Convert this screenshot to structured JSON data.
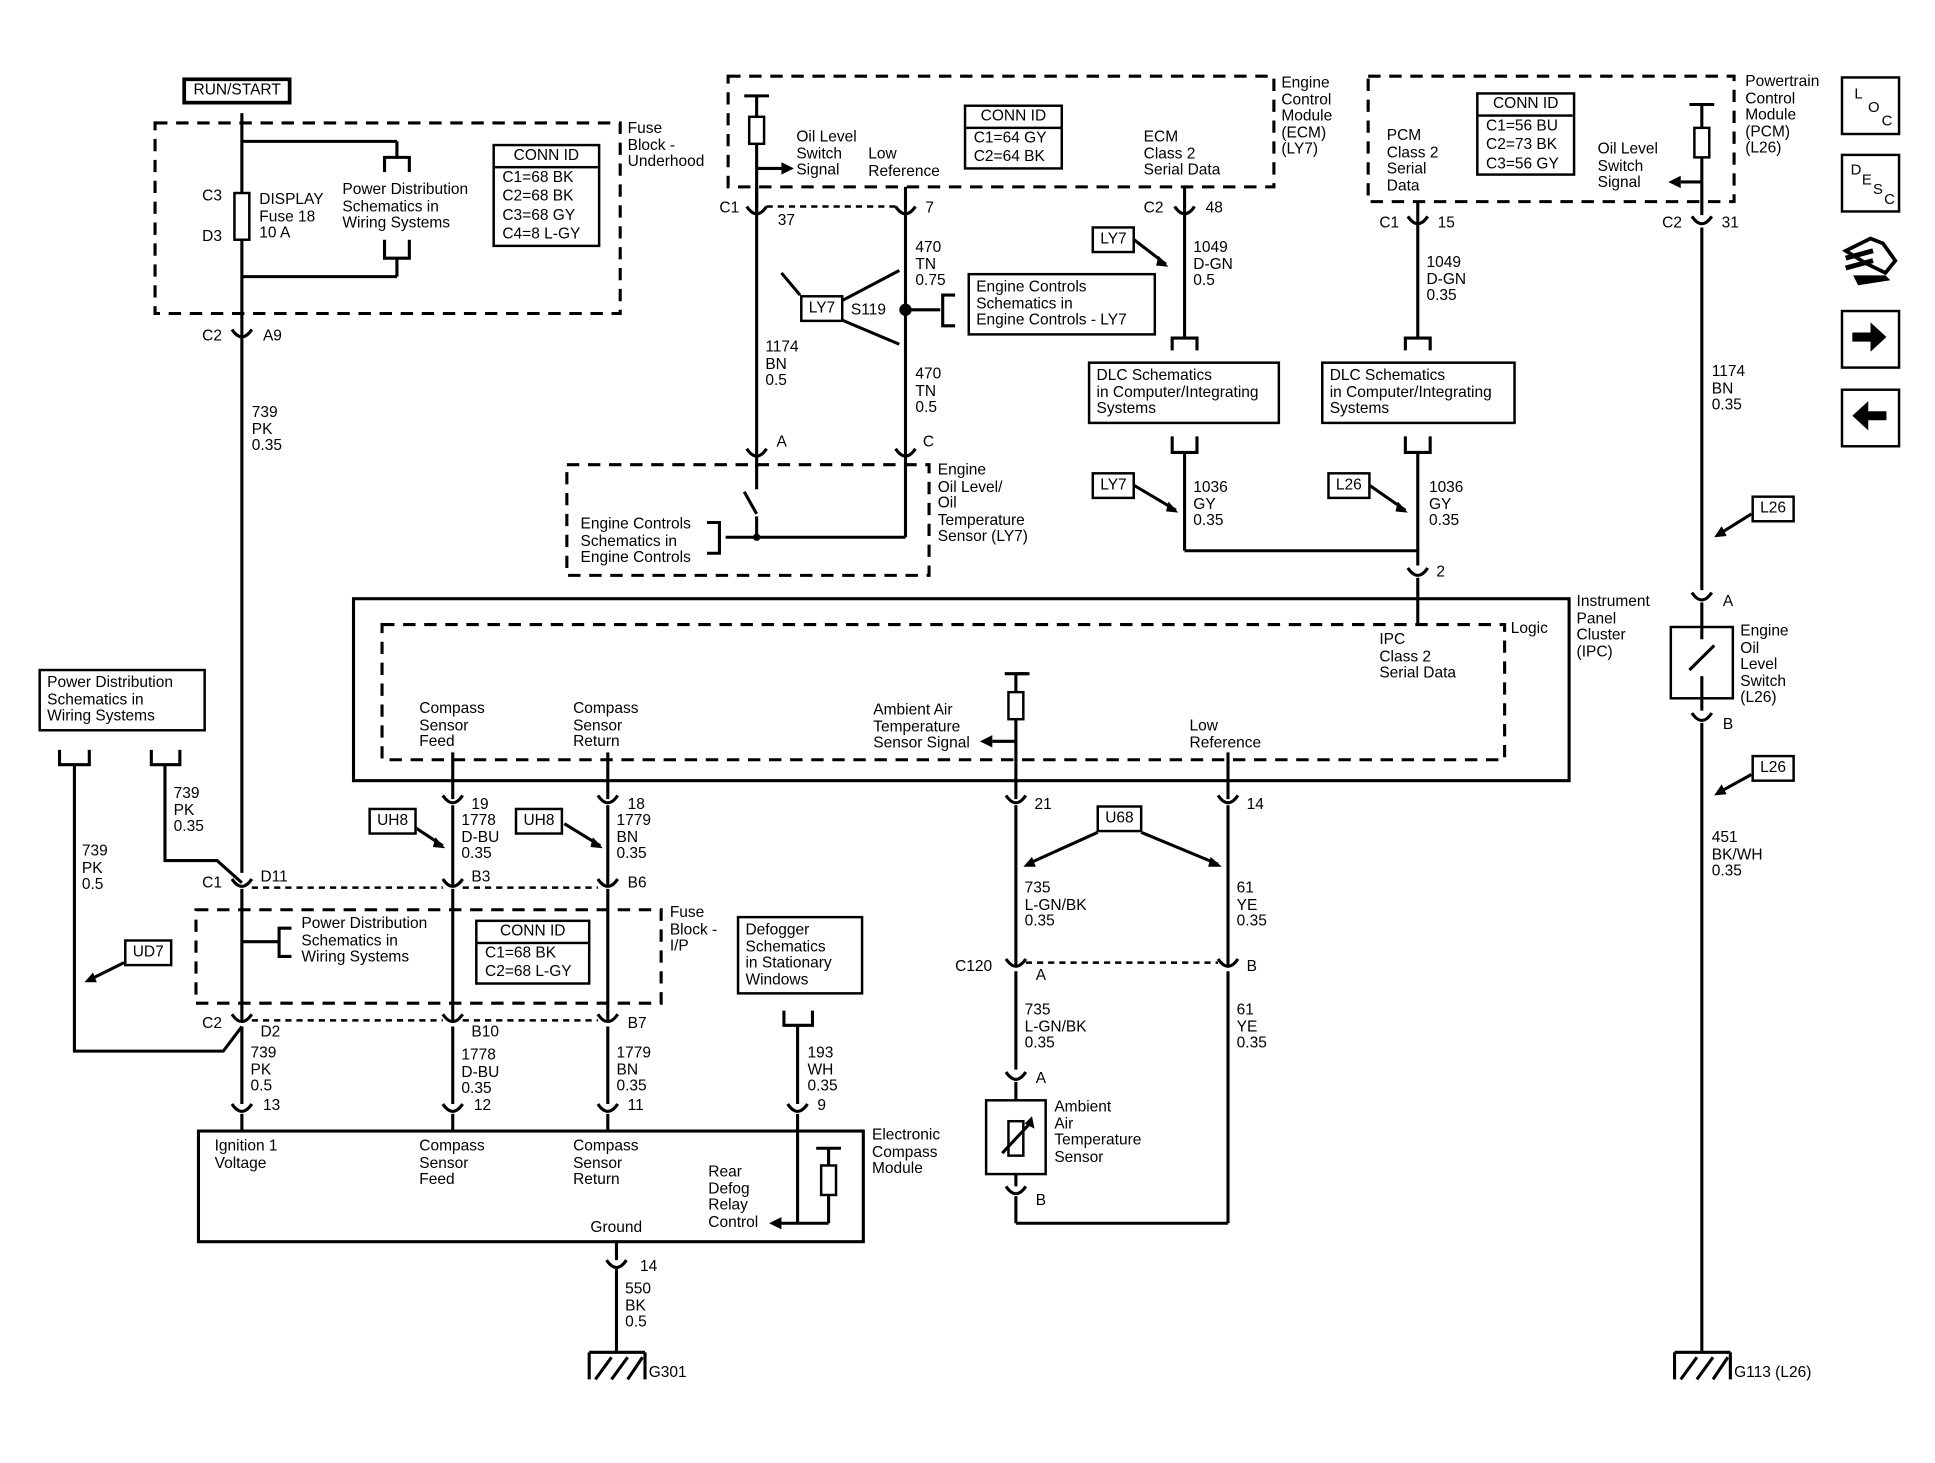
{
  "run_start": "RUN/START",
  "fuse_block_underhood": {
    "title": "Fuse\nBlock -\nUnderhood",
    "c3": "C3",
    "d3": "D3",
    "fuse": "DISPLAY\nFuse 18\n10 A",
    "power_dist": "Power Distribution\nSchematics in\nWiring Systems",
    "conn_id": {
      "header": "CONN ID",
      "rows": [
        "C1=68 BK",
        "C2=68 BK",
        "C3=68 GY",
        "C4=8 L-GY"
      ]
    },
    "c2": "C2",
    "a9": "A9"
  },
  "wire_739_top": "739\nPK\n0.35",
  "ecm": {
    "title": "Engine\nControl\nModule\n(ECM)\n(LY7)",
    "oil_level": "Oil Level\nSwitch\nSignal",
    "low_ref": "Low\nReference",
    "conn_id": {
      "header": "CONN ID",
      "rows": [
        "C1=64 GY",
        "C2=64 BK"
      ]
    },
    "class2": "ECM\nClass 2\nSerial Data",
    "c1": "C1",
    "pin37": "37",
    "pin7": "7",
    "c2": "C2",
    "pin48": "48"
  },
  "wire_470_a": "470\nTN\n0.75",
  "wire_470_b": "470\nTN\n0.5",
  "wire_1174_a": "1174\nBN\n0.5",
  "s119": "S119",
  "engine_controls_ly7": "Engine Controls\nSchematics in\nEngine Controls - LY7",
  "wire_1049_a": "1049\nD-GN\n0.5",
  "wire_1049_b": "1049\nD-GN\n0.35",
  "dlc_1": "DLC Schematics\nin Computer/Integrating\nSystems",
  "dlc_2": "DLC Schematics\nin Computer/Integrating\nSystems",
  "pcm": {
    "title": "Powertrain\nControl\nModule\n(PCM)\n(L26)",
    "class2": "PCM\nClass 2\nSerial\nData",
    "conn_id": {
      "header": "CONN ID",
      "rows": [
        "C1=56 BU",
        "C2=73 BK",
        "C3=56 GY"
      ]
    },
    "oil_level": "Oil Level\nSwitch\nSignal",
    "c1": "C1",
    "pin15": "15",
    "c2": "C2",
    "pin31": "31"
  },
  "wire_1174_b": "1174\nBN\n0.35",
  "wire_1036_a": "1036\nGY\n0.35",
  "wire_1036_b": "1036\nGY\n0.35",
  "oil_sensor": {
    "title": "Engine\nOil Level/\nOil\nTemperature\nSensor (LY7)",
    "a": "A",
    "c": "C",
    "text": "Engine Controls\nSchematics in\nEngine Controls"
  },
  "ipc": {
    "title": "Instrument\nPanel\nCluster\n(IPC)",
    "logic": "Logic",
    "class2": "IPC\nClass 2\nSerial Data",
    "pin2": "2",
    "compass_feed": "Compass\nSensor\nFeed",
    "compass_return": "Compass\nSensor\nReturn",
    "ambient": "Ambient Air\nTemperature\nSensor Signal",
    "low_ref": "Low\nReference",
    "pin19": "19",
    "pin18": "18",
    "pin21": "21",
    "pin14": "14"
  },
  "oil_switch_l26": {
    "title": "Engine\nOil\nLevel\nSwitch\n(L26)",
    "a": "A",
    "b": "B"
  },
  "wire_451": "451\nBK/WH\n0.35",
  "power_dist_left": "Power Distribution\nSchematics in\nWiring Systems",
  "wire_739_035": "739\nPK\n0.35",
  "wire_739_05": "739\nPK\n0.5",
  "wire_1778_a": "1778\nD-BU\n0.35",
  "wire_1779_a": "1779\nBN\n0.35",
  "wire_735_a": "735\nL-GN/BK\n0.35",
  "wire_61_a": "61\nYE\n0.35",
  "fuse_block_ip": {
    "title": "Fuse\nBlock -\nI/P",
    "c1": "C1",
    "d11": "D11",
    "b3": "B3",
    "b6": "B6",
    "power_dist": "Power Distribution\nSchematics in\nWiring Systems",
    "conn_id": {
      "header": "CONN ID",
      "rows": [
        "C1=68 BK",
        "C2=68 L-GY"
      ]
    },
    "c2": "C2",
    "d2": "D2",
    "b10": "B10",
    "b7": "B7"
  },
  "defogger": "Defogger\nSchematics\nin Stationary\nWindows",
  "c120": {
    "label": "C120",
    "a": "A",
    "b": "B"
  },
  "wire_735_b": "735\nL-GN/BK\n0.35",
  "wire_61_b": "61\nYE\n0.35",
  "wire_739_bottom": "739\nPK\n0.5",
  "wire_1778_b": "1778\nD-BU\n0.35",
  "wire_1779_b": "1779\nBN\n0.35",
  "wire_193": "193\nWH\n0.35",
  "ecm_module": {
    "title": "Electronic\nCompass\nModule",
    "ignition": "Ignition 1\nVoltage",
    "feed": "Compass\nSensor\nFeed",
    "return": "Compass\nSensor\nReturn",
    "defog": "Rear\nDefog\nRelay\nControl",
    "ground": "Ground",
    "pin13": "13",
    "pin12": "12",
    "pin11": "11",
    "pin9": "9",
    "pin14": "14"
  },
  "ambient_sensor": {
    "title": "Ambient\nAir\nTemperature\nSensor",
    "a": "A",
    "b": "B"
  },
  "wire_550": "550\nBK\n0.5",
  "g301": "G301",
  "g113": "G113 (L26)",
  "tags": {
    "ly7": "LY7",
    "l26": "L26",
    "uh8": "UH8",
    "u68": "U68",
    "ud7": "UD7"
  },
  "nav": {
    "loc": [
      "L",
      "O",
      "C"
    ],
    "desc": [
      "D",
      "E",
      "S",
      "C"
    ]
  }
}
